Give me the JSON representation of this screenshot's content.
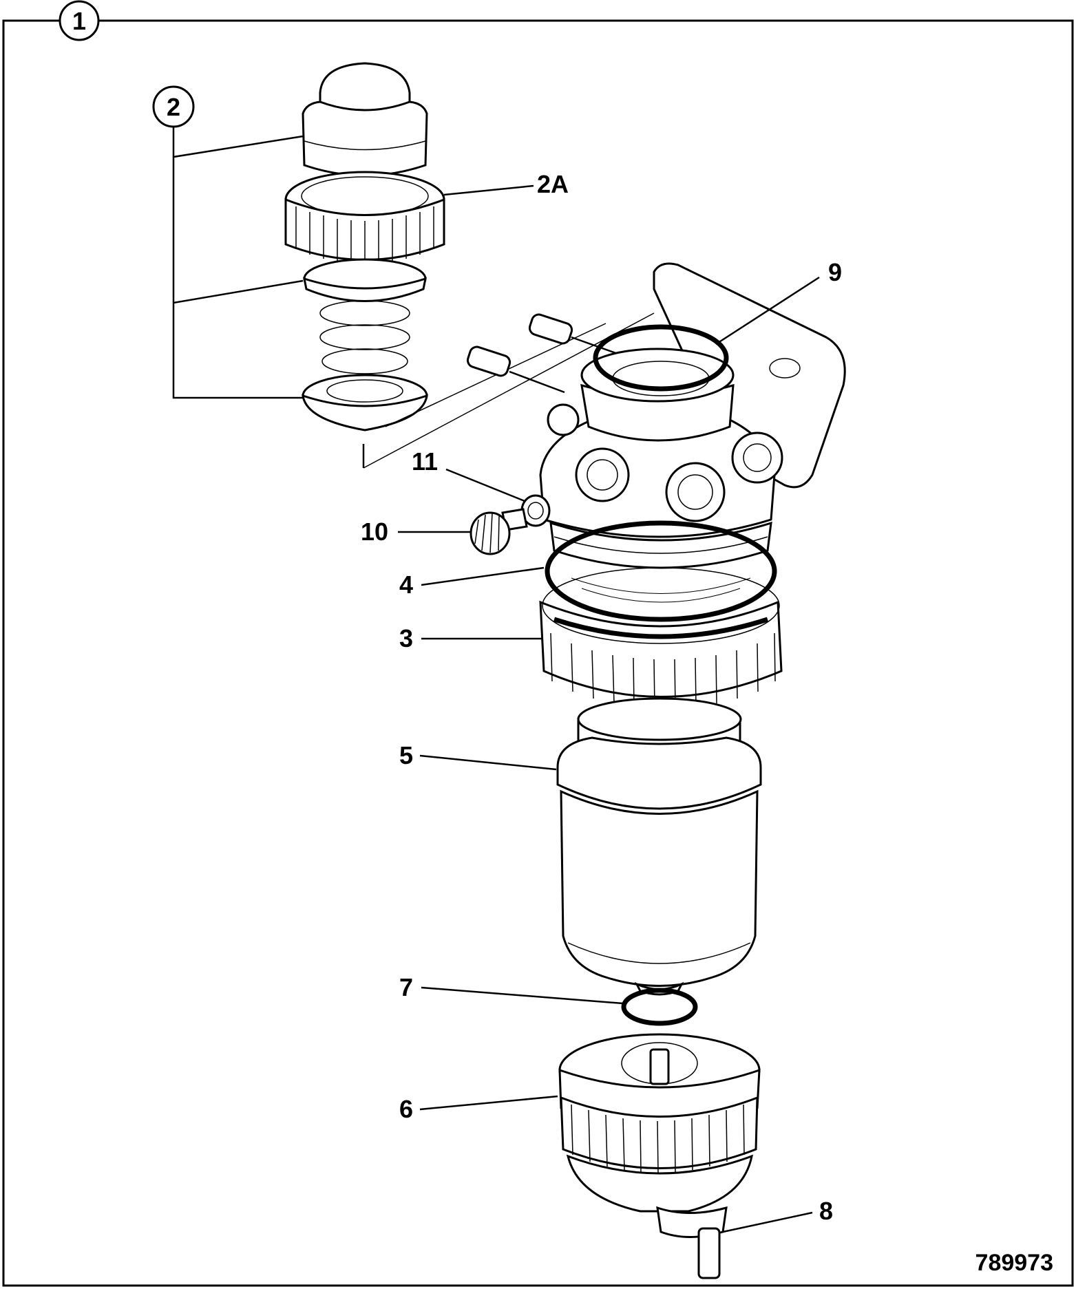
{
  "figure_number": "789973",
  "bubbles": {
    "assembly": "1",
    "kit": "2"
  },
  "callouts": {
    "c2a": "2A",
    "c3": "3",
    "c4": "4",
    "c5": "5",
    "c6": "6",
    "c7": "7",
    "c8": "8",
    "c9": "9",
    "c10": "10",
    "c11": "11"
  }
}
